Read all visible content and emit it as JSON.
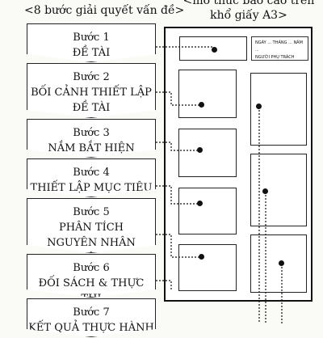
{
  "titles": {
    "left": "<8 bước giải quyết vấn đề>",
    "right_line1": "<mô thức báo cáo trên",
    "right_line2": "khổ giấy A3>"
  },
  "steps": [
    {
      "label": "Bước 1",
      "lines": [
        "ĐỀ TÀI"
      ]
    },
    {
      "label": "Bước 2",
      "lines": [
        "BỐI CẢNH THIẾT LẬP",
        "ĐỀ TÀI"
      ]
    },
    {
      "label": "Bước 3",
      "lines": [
        "NẮM BẮT HIỆN TRẠNG"
      ]
    },
    {
      "label": "Bước 4",
      "lines": [
        "THIẾT LẬP MỤC TIÊU"
      ]
    },
    {
      "label": "Bước 5",
      "lines": [
        "PHÂN TÍCH",
        "NGUYÊN NHÂN CHÍNH"
      ]
    },
    {
      "label": "Bước 6",
      "lines": [
        "ĐỐI SÁCH & THỰC THI"
      ]
    },
    {
      "label": "Bước 7",
      "lines": [
        "KẾT QUẢ THỰC HÀNH"
      ]
    }
  ],
  "a3_header": {
    "line1": "NGÀY ... THÁNG ... NĂM ...",
    "line2": "NGƯỜI PHỤ TRÁCH"
  }
}
